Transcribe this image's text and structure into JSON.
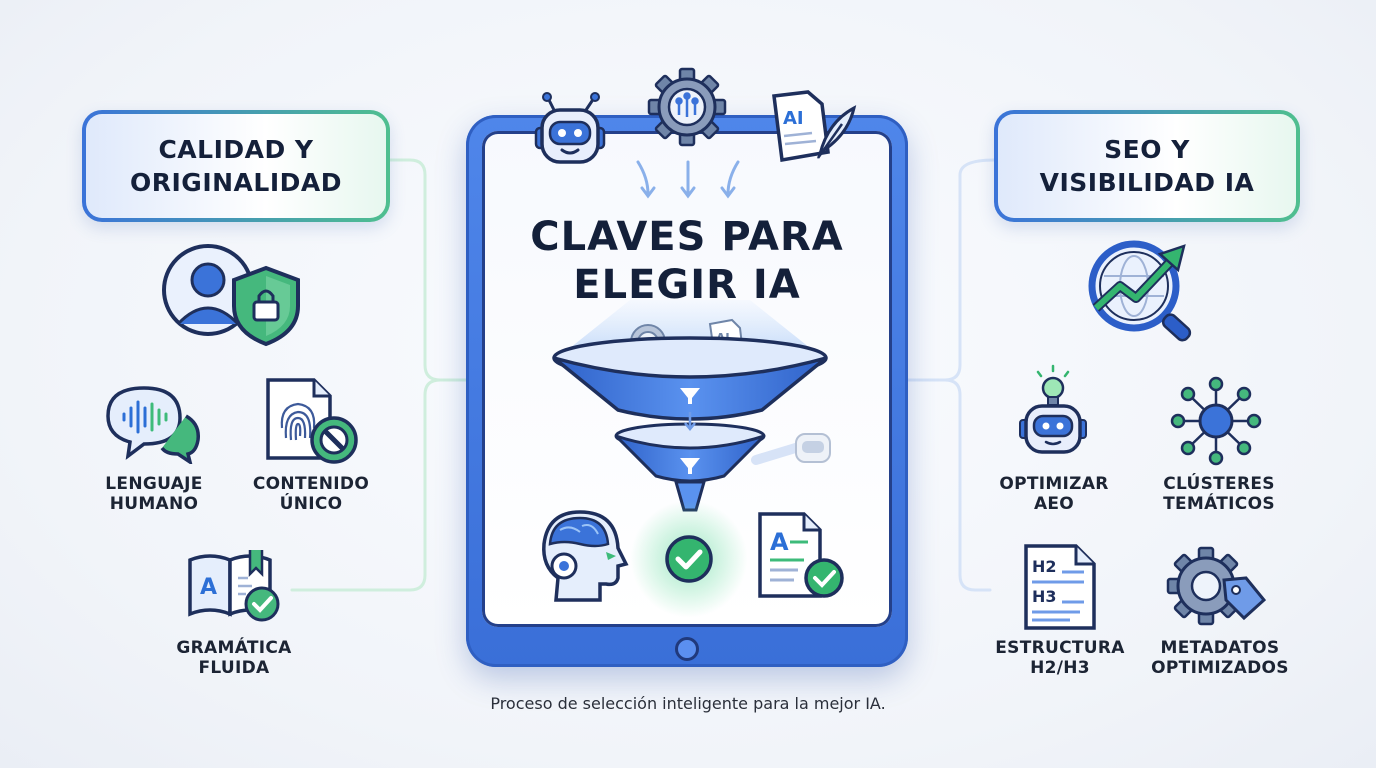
{
  "title": "CLAVES PARA ELEGIR IA",
  "title_lines": [
    "CLAVES PARA",
    "ELEGIR IA"
  ],
  "caption": "Proceso de selección inteligente para la mejor IA.",
  "left": {
    "header_lines": [
      "CALIDAD Y",
      "ORIGINALIDAD"
    ],
    "items": [
      {
        "label_lines": [
          "LENGUAJE",
          "HUMANO"
        ],
        "icon": "speech-bubble-waveform-icon"
      },
      {
        "label_lines": [
          "CONTENIDO",
          "ÚNICO"
        ],
        "icon": "fingerprint-document-blocked-icon"
      },
      {
        "label_lines": [
          "GRAMÁTICA",
          "FLUIDA"
        ],
        "icon": "book-check-icon"
      }
    ],
    "hero_icon": "user-shield-lock-icon"
  },
  "right": {
    "header_lines": [
      "SEO Y",
      "VISIBILIDAD IA"
    ],
    "items": [
      {
        "label_lines": [
          "OPTIMIZAR",
          "AEO"
        ],
        "icon": "robot-lightbulb-icon"
      },
      {
        "label_lines": [
          "CLÚSTERES",
          "TEMÁTICOS"
        ],
        "icon": "network-cluster-icon"
      },
      {
        "label_lines": [
          "ESTRUCTURA",
          "H2/H3"
        ],
        "icon": "h2-h3-document-icon"
      },
      {
        "label_lines": [
          "METADATOS",
          "OPTIMIZADOS"
        ],
        "icon": "gear-tag-icon"
      }
    ],
    "hero_icon": "globe-growth-magnifier-icon"
  },
  "icon_text": {
    "ai": "AI",
    "h2": "H2",
    "h3": "H3",
    "a": "A"
  },
  "colors": {
    "blue": "#3b73d9",
    "green": "#3dbb7a",
    "navy": "#1c2434"
  }
}
